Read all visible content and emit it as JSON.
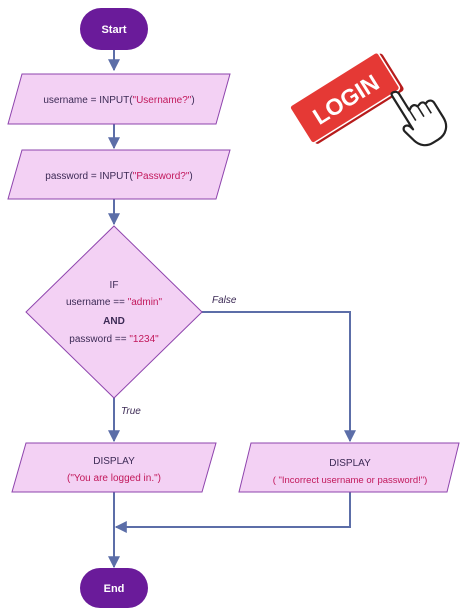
{
  "colors": {
    "terminal_fill": "#6a1b9a",
    "shape_fill": "#f3d1f4",
    "shape_stroke": "#8e44ad",
    "connector": "#5c6ea8",
    "text_dark": "#3c2a55",
    "string_literal": "#c2185b",
    "badge_red": "#d32f2f"
  },
  "flowchart": {
    "start": "Start",
    "end": "End",
    "input_username": {
      "before": "username = INPUT(",
      "literal": "\"Username?\"",
      "after": ")"
    },
    "input_password": {
      "before": "password = INPUT(",
      "literal": "\"Password?\"",
      "after": ")"
    },
    "decision": {
      "line1": "IF",
      "line2_var": "username == ",
      "line2_lit": "\"admin\"",
      "line3": "AND",
      "line4_var": "password == ",
      "line4_lit": "\"1234\""
    },
    "label_false": "False",
    "label_true": "True",
    "display_true": {
      "title": "DISPLAY",
      "message": "(\"You are logged in.\")"
    },
    "display_false": {
      "title": "DISPLAY",
      "message": "( \"Incorrect username or password!\")"
    }
  },
  "login_image": {
    "badge_text": "LOGIN",
    "icon": "pointing-hand-cursor-icon"
  }
}
